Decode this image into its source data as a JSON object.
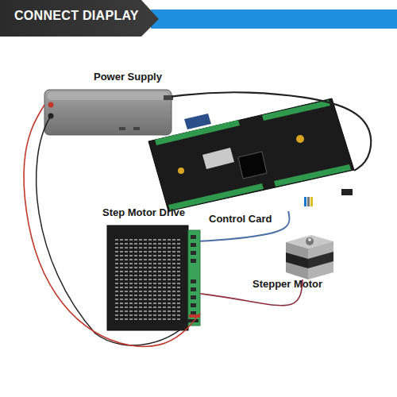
{
  "diagram": {
    "title": "CONNECT DIAPLAY",
    "nodes": [
      {
        "text": [
          "Power Supply"
        ]
      },
      {
        "text": [
          "Control Card"
        ]
      },
      {
        "text": [
          "Step Motor Drive"
        ]
      },
      {
        "text": [
          "Stepper Motor"
        ]
      }
    ],
    "edges": [
      {
        "from": 0,
        "to": 1,
        "arrow": "none"
      },
      {
        "from": 0,
        "to": 2,
        "arrow": "none"
      },
      {
        "from": 1,
        "to": 2,
        "arrow": "none"
      },
      {
        "from": 3,
        "to": 2,
        "arrow": "none"
      }
    ]
  }
}
